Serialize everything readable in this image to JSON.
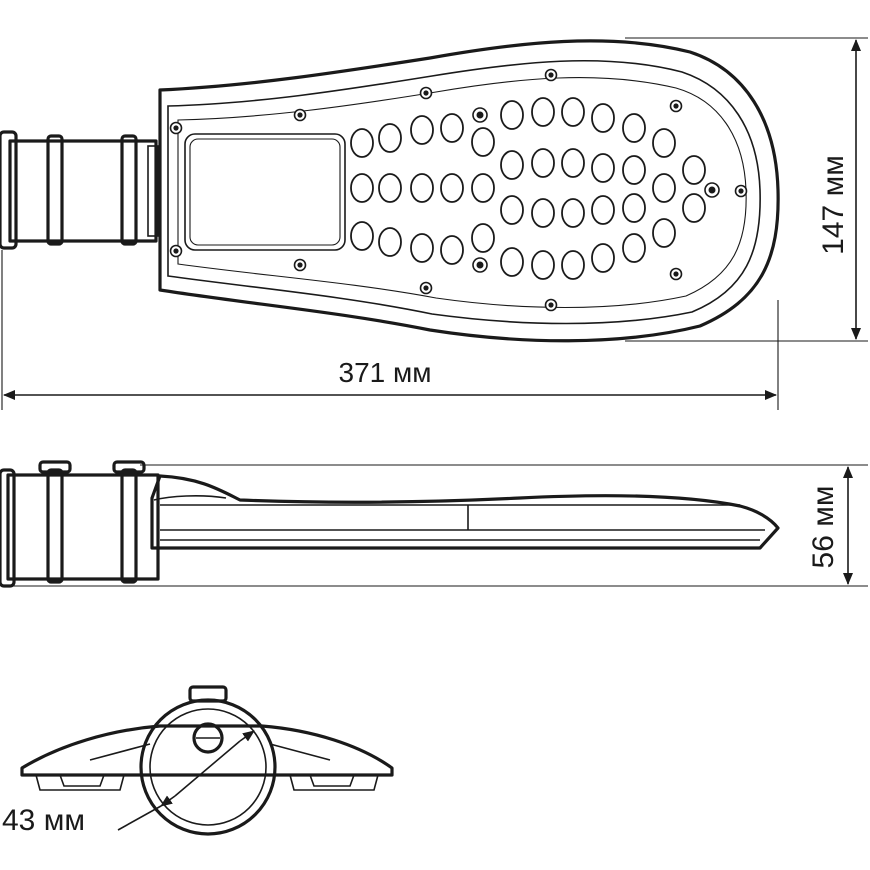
{
  "dimensions": {
    "length": "371 мм",
    "width": "147 мм",
    "height": "56 мм",
    "mount_diameter": "43 мм"
  },
  "colors": {
    "stroke": "#1a1a1a",
    "background": "#ffffff"
  }
}
